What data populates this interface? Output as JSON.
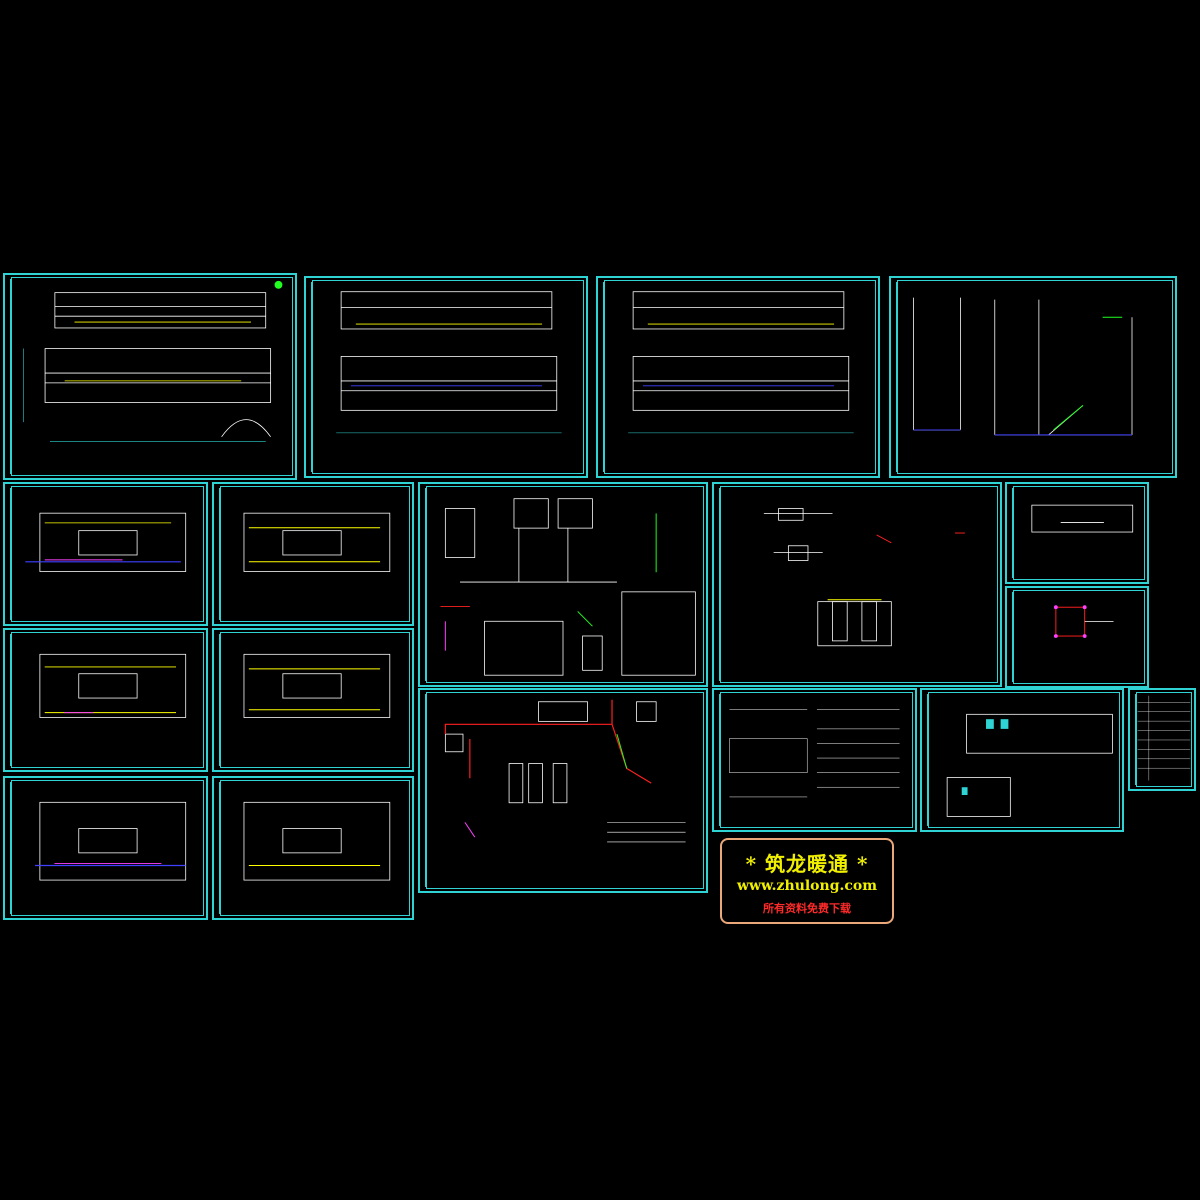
{
  "colors": {
    "frame": "#2fd3d3",
    "drawing": "#ffffff",
    "supply": "#ff2020",
    "return": "#20ff20",
    "pipe_blue": "#4040ff",
    "highlight": "#ffff00",
    "accent": "#ff40ff"
  },
  "logo": {
    "title": "* 筑龙暖通 *",
    "url": "www.zhulong.com",
    "slogan": "所有资料免费下载"
  }
}
